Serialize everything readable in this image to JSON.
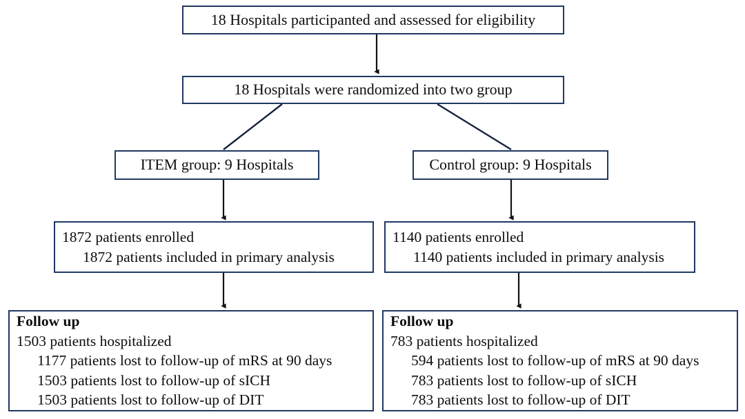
{
  "diagram": {
    "type": "flowchart",
    "accent_color": "#1f3864",
    "text_color": "#0d0d0d",
    "background": "#ffffff",
    "nodes": {
      "eligibility": {
        "text": "18 Hospitals participanted and assessed for eligibility"
      },
      "randomization": {
        "text": "18 Hospitals were randomized into two group"
      },
      "item_group": {
        "text": "ITEM group: 9 Hospitals"
      },
      "control_group": {
        "text": "Control group: 9 Hospitals"
      },
      "item_enrolled": {
        "line1": "1872 patients enrolled",
        "line2": "1872 patients included in primary analysis"
      },
      "control_enrolled": {
        "line1": "1140 patients enrolled",
        "line2": "1140 patients included in primary analysis"
      },
      "item_followup": {
        "title": "Follow up",
        "line1": "1503 patients hospitalized",
        "line2": "1177 patients lost to follow-up of mRS at 90 days",
        "line3": "1503 patients lost to follow-up of sICH",
        "line4": "1503 patients lost to follow-up of DIT"
      },
      "control_followup": {
        "title": "Follow up",
        "line1": "783 patients hospitalized",
        "line2": "594 patients lost to follow-up of mRS at 90 days",
        "line3": "783 patients lost to follow-up of sICH",
        "line4": "783 patients lost to follow-up of DIT"
      }
    }
  }
}
